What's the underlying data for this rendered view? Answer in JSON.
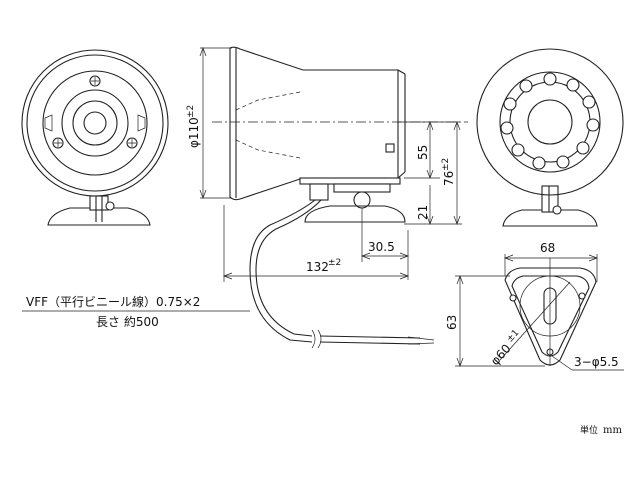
{
  "dimensions": {
    "diameter": "φ110",
    "diameter_tol": "±2",
    "length": "132",
    "length_tol": "±2",
    "offset": "30.5",
    "h55": "55",
    "h76": "76",
    "h76_tol": "±2",
    "h21": "21",
    "w68": "68",
    "h63": "63",
    "pcd": "φ60",
    "pcd_tol": "±1",
    "holes": "3−φ5.5"
  },
  "cable": {
    "spec": "VFF（平行ビニール線）0.75×2",
    "length": "長さ 約500"
  },
  "unit": {
    "label": "単位",
    "value": "mm"
  }
}
